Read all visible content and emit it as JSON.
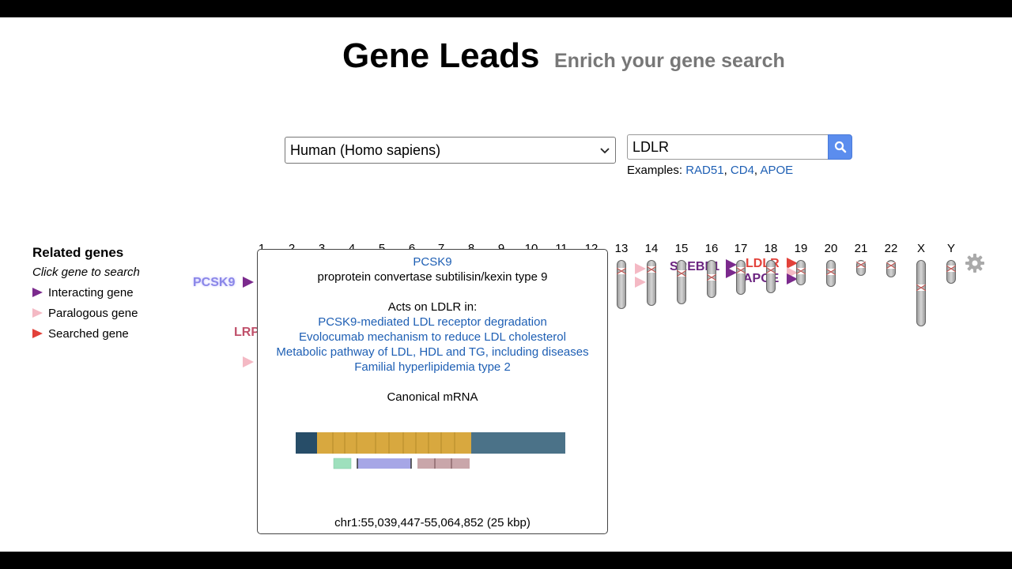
{
  "header": {
    "title": "Gene Leads",
    "subtitle": "Enrich your gene search"
  },
  "search": {
    "organism": "Human (Homo sapiens)",
    "query": "LDLR",
    "examples_label": "Examples:",
    "examples": [
      "RAD51",
      "CD4",
      "APOE"
    ]
  },
  "related": {
    "title": "Related genes",
    "subtitle": "Click gene to search",
    "legend": [
      {
        "label": "Interacting gene",
        "color": "#7b2a8d"
      },
      {
        "label": "Paralogous gene",
        "color": "#f4b9c4"
      },
      {
        "label": "Searched gene",
        "color": "#e2413a"
      }
    ]
  },
  "ideogram": {
    "chromosomes": [
      "1",
      "2",
      "3",
      "4",
      "5",
      "6",
      "7",
      "8",
      "9",
      "10",
      "11",
      "12",
      "13",
      "14",
      "15",
      "16",
      "17",
      "18",
      "19",
      "20",
      "21",
      "22",
      "X",
      "Y"
    ],
    "visible_from": 12,
    "genes": [
      {
        "name": "PCSK9",
        "type": "interacting"
      },
      {
        "name": "LRP",
        "type": "paralogous"
      },
      {
        "name": "SREBF1",
        "type": "interacting"
      },
      {
        "name": "LDLR",
        "type": "searched"
      },
      {
        "name": "APOE",
        "type": "interacting"
      }
    ]
  },
  "tooltip": {
    "gene": "PCSK9",
    "full_name": "proprotein convertase subtilisin/kexin type 9",
    "acts_on": "Acts on LDLR in:",
    "pathways": [
      "PCSK9-mediated LDL receptor degradation",
      "Evolocumab mechanism to reduce LDL cholesterol",
      "Metabolic pathway of LDL, HDL and TG, including diseases",
      "Familial hyperlipidemia type 2"
    ],
    "transcript_label": "Canonical mRNA",
    "location": "chr1:55,039,447-55,064,852 (25 kbp)"
  },
  "colors": {
    "interacting": "#7b2a8d",
    "paralogous": "#f4b9c4",
    "searched": "#e2413a",
    "link": "#1e5fb4",
    "search_button": "#5b8dee"
  }
}
